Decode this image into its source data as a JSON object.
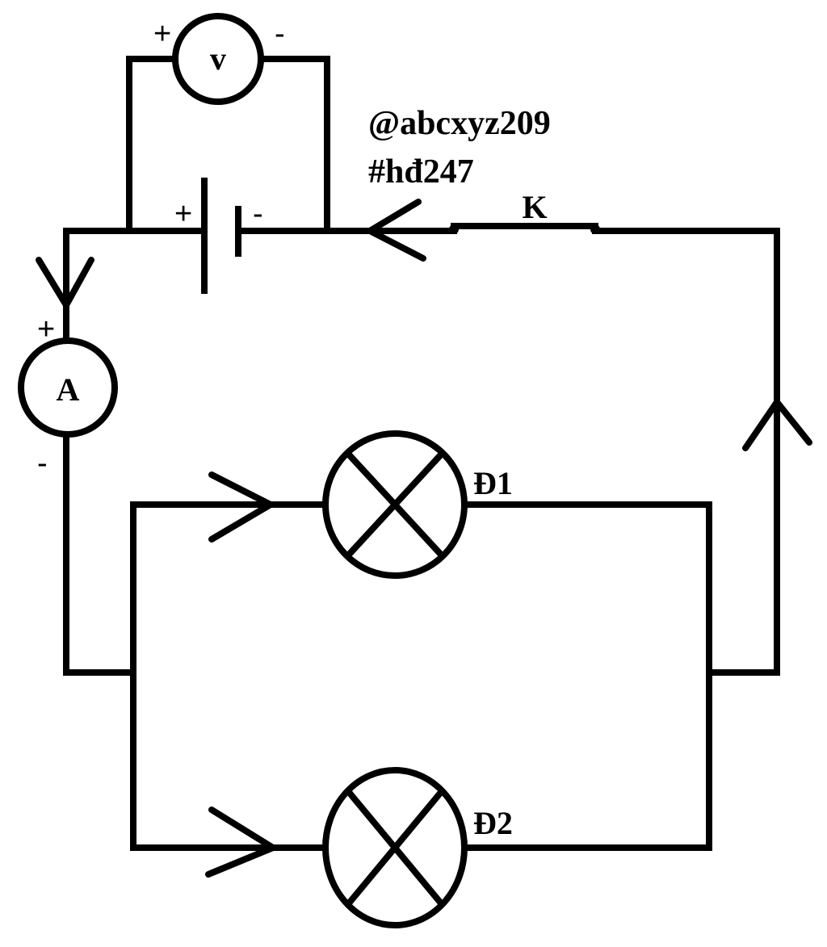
{
  "watermark": {
    "line1": "@abcxyz209",
    "line2": "#hđ247"
  },
  "voltmeter": {
    "symbol": "v",
    "plus": "+",
    "minus": "-"
  },
  "ammeter": {
    "symbol": "A",
    "plus": "+",
    "minus": "-"
  },
  "battery": {
    "plus": "+",
    "minus": "-"
  },
  "switch": {
    "label": "K"
  },
  "lamps": [
    {
      "label": "Đ1"
    },
    {
      "label": "Đ2"
    }
  ]
}
